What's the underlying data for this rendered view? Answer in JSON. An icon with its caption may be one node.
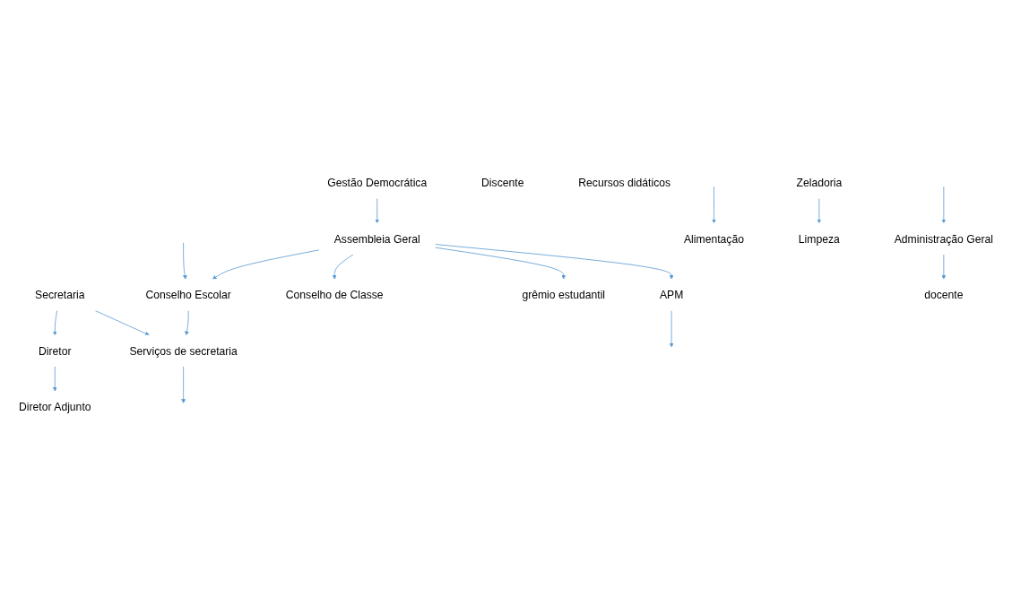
{
  "diagram": {
    "nodes": [
      {
        "text": [
          "Gestão Democrática"
        ]
      },
      {
        "text": [
          "Assembleia Geral"
        ]
      },
      {
        "text": [
          "Conselho Escolar"
        ]
      },
      {
        "text": [
          "Conselho de Classe"
        ]
      },
      {
        "text": [
          "grêmio estudantil"
        ]
      },
      {
        "text": [
          "APM"
        ]
      },
      {
        "text": [
          "Secretaria"
        ]
      },
      {
        "text": [
          "Diretor"
        ]
      },
      {
        "text": [
          "Diretor Adjunto"
        ]
      },
      {
        "text": [
          "Serviços de secretaria"
        ]
      },
      {
        "text": [
          "Administração Geral"
        ]
      },
      {
        "text": [
          "docente"
        ]
      },
      {
        "text": [
          "Discente"
        ]
      },
      {
        "text": [
          "Alimentação"
        ]
      },
      {
        "text": [
          "Recursos didáticos"
        ]
      },
      {
        "text": [
          "Zeladoria"
        ]
      },
      {
        "text": [
          "Limpeza"
        ]
      }
    ],
    "edges": [
      {
        "from": 0,
        "to": 1,
        "arrow": "to"
      },
      {
        "from": 1,
        "to": 2,
        "arrow": "to"
      },
      {
        "from": 1,
        "to": 3,
        "arrow": "to"
      },
      {
        "from": 1,
        "to": 4,
        "arrow": "to"
      },
      {
        "from": 1,
        "to": 5,
        "arrow": "to"
      },
      {
        "from": null,
        "to": 2,
        "arrow": "to"
      },
      {
        "from": 6,
        "to": 7,
        "arrow": "to"
      },
      {
        "from": 7,
        "to": 8,
        "arrow": "to"
      },
      {
        "from": 2,
        "to": 9,
        "arrow": "to"
      },
      {
        "from": 6,
        "to": 9,
        "arrow": "to"
      },
      {
        "from": 5,
        "to": null,
        "arrow": "to"
      },
      {
        "from": 9,
        "to": null,
        "arrow": "to"
      },
      {
        "from": 10,
        "to": 11,
        "arrow": "to"
      },
      {
        "from": null,
        "to": 10,
        "arrow": "to"
      },
      {
        "from": null,
        "to": 13,
        "arrow": "to"
      },
      {
        "from": 15,
        "to": 16,
        "arrow": "to"
      }
    ]
  }
}
